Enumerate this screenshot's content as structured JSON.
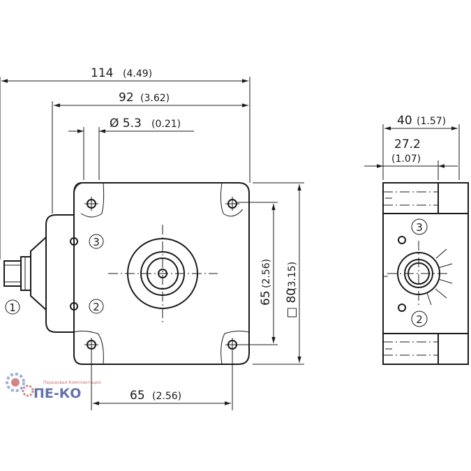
{
  "dimensions": {
    "overall_length": {
      "value": "114",
      "inch": "(4.49)"
    },
    "body_length": {
      "value": "92",
      "inch": "(3.62)"
    },
    "hole_diameter": {
      "value": "Ø 5.3",
      "inch": "(0.21)"
    },
    "hole_spacing_vertical": {
      "value": "65",
      "inch": "(2.56)"
    },
    "body_square": {
      "value": "□ 80",
      "inch": "(3.15)"
    },
    "hole_spacing_horizontal": {
      "value": "65",
      "inch": "(2.56)"
    },
    "side_width": {
      "value": "40",
      "inch": "(1.57)"
    },
    "side_offset": {
      "value": "27.2",
      "inch": "(1.07)"
    }
  },
  "callouts": {
    "one": "1",
    "two": "2",
    "three": "3"
  },
  "logo": {
    "name": "ПЕ-КО",
    "tagline": "Передовая Комплектация"
  }
}
